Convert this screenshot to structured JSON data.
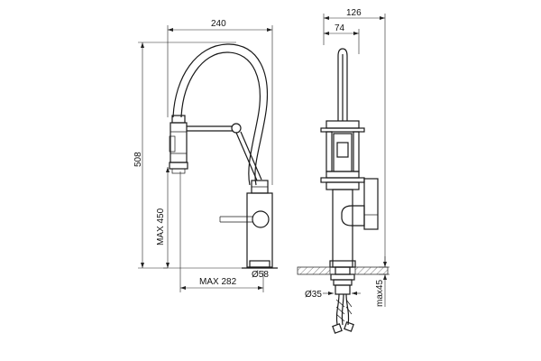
{
  "dimensions": {
    "width_side": "240",
    "height_total": "508",
    "max_height": "MAX 450",
    "max_reach": "MAX 282",
    "base_diameter": "Ø58",
    "width_front": "126",
    "handle_depth": "74",
    "hole_diameter": "Ø35",
    "max_thickness": "max45"
  }
}
